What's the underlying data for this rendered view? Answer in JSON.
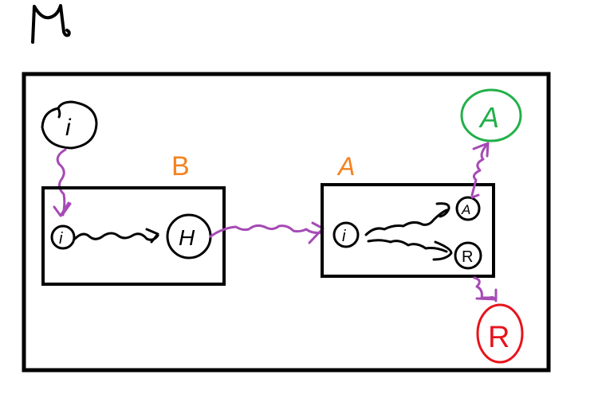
{
  "title": "M",
  "colors": {
    "ink": "#000000",
    "flow": "#a64ab5",
    "module_label": "#f5821f",
    "accept": "#22b04a",
    "reject": "#e8141c"
  },
  "outer_machine": {
    "label": "M"
  },
  "input_node": {
    "label": "i"
  },
  "machine_b": {
    "label": "B",
    "start_state": "i",
    "halt_state": "H"
  },
  "machine_a": {
    "label": "A",
    "start_state": "i",
    "accept_state": "A",
    "reject_state": "R"
  },
  "output_accept": {
    "label": "A"
  },
  "output_reject": {
    "label": "R"
  }
}
